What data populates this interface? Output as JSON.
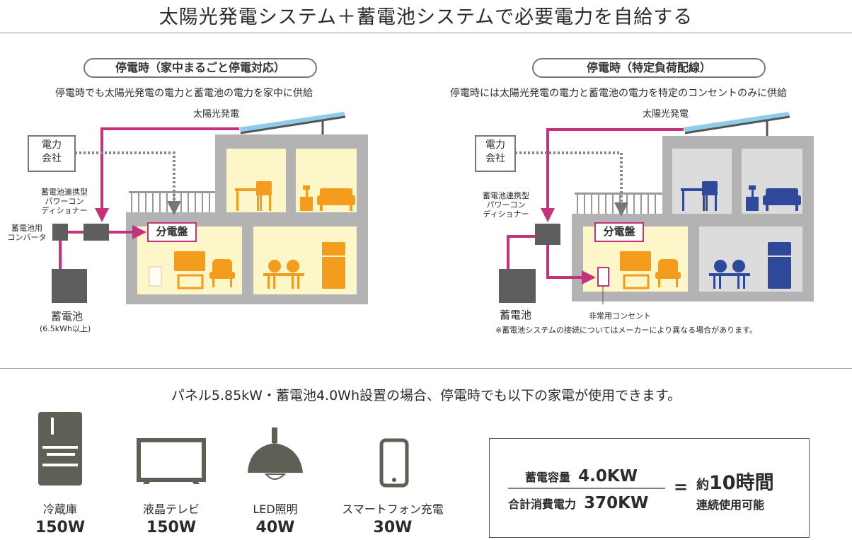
{
  "title": "太陽光発電システム＋蓄電池システムで必要電力を自給する",
  "left": {
    "heading": "停電時（家中まるごと停電対応）",
    "description": "停電時でも太陽光発電の電力と蓄電池の電力を家中に供給",
    "solar": "太陽光発電",
    "power_company": [
      "電力",
      "会社"
    ],
    "conditioner": [
      "蓄電池連携型",
      "パワーコン",
      "ディショナー"
    ],
    "converter": [
      "蓄電池用",
      "コンバータ"
    ],
    "distribution": "分電盤",
    "battery": "蓄電池",
    "battery_note": "(6.5kWh以上)"
  },
  "right": {
    "heading": "停電時（特定負荷配線）",
    "description": "停電時には太陽光発電の電力と蓄電池の電力を特定のコンセントのみに供給",
    "solar": "太陽光発電",
    "power_company": [
      "電力",
      "会社"
    ],
    "conditioner": [
      "蓄電池連携型",
      "パワーコン",
      "ディショナー"
    ],
    "distribution": "分電盤",
    "battery": "蓄電池",
    "outlet": "非常用コンセント",
    "note": "※蓄電池システムの接続についてはメーカーにより異なる場合があります。"
  },
  "bottom": {
    "heading": "パネル5.85kW・蓄電池4.0Wh設置の場合、停電時でも以下の家電が使用できます。",
    "appliances": [
      {
        "name": "冷蔵庫",
        "watt": "150W",
        "icon": "refrigerator-icon"
      },
      {
        "name": "液晶テレビ",
        "watt": "150W",
        "icon": "tv-icon"
      },
      {
        "name": "LED照明",
        "watt": "40W",
        "icon": "lamp-icon"
      },
      {
        "name": "スマートフォン充電",
        "watt": "30W",
        "icon": "smartphone-icon"
      }
    ],
    "calc": {
      "capacity_label": "蓄電容量",
      "capacity_value": "4.0KW",
      "consumption_label": "合計消費電力",
      "consumption_value": "370KW",
      "equals": "=",
      "result_prefix": "約",
      "result_value": "10時間",
      "result_sub": "連続使用可能"
    }
  },
  "colors": {
    "magenta": "#c4327c",
    "lit": "#fdf6c8",
    "orange": "#f39c1e",
    "navy": "#2f4a9a",
    "wall": "#b3b3b3",
    "unlit": "#dcdcdc"
  }
}
